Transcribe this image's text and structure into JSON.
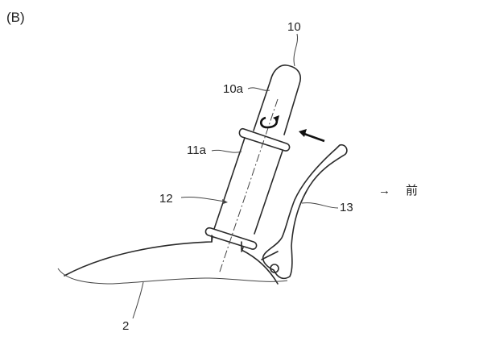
{
  "figure_label": "(B)",
  "labels": {
    "grip": "10",
    "grip_portion": "10a",
    "sleeve_portion": "11a",
    "axis": "12",
    "lever": "13",
    "body": "2"
  },
  "direction": {
    "arrow": "→",
    "text": "前"
  }
}
